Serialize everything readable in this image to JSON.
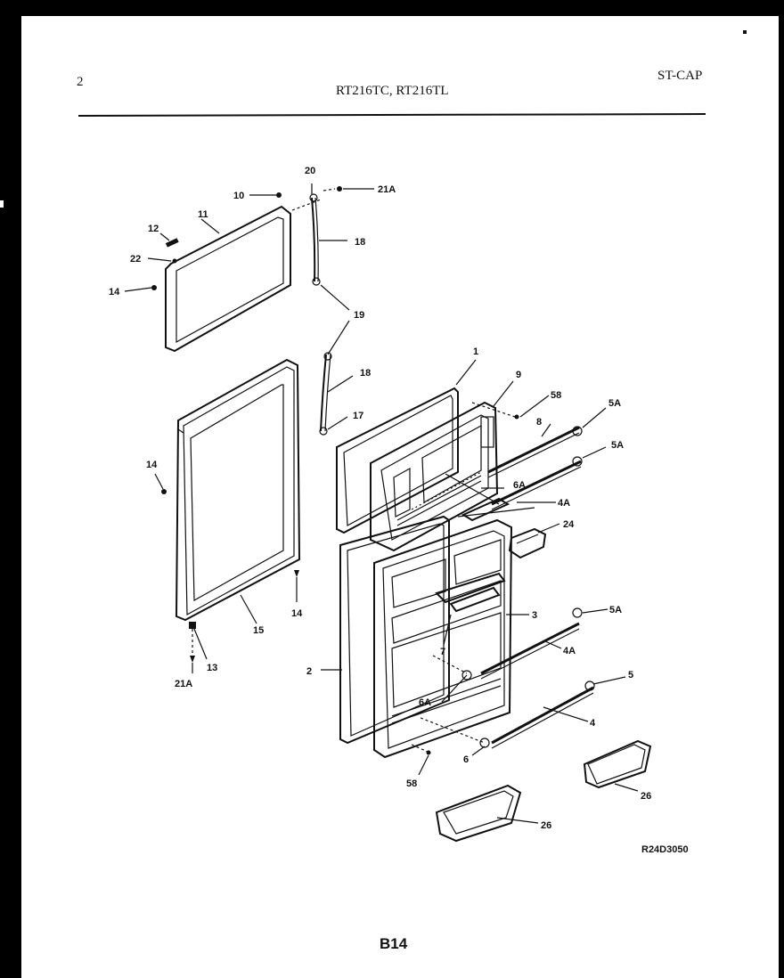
{
  "header": {
    "page_number": "2",
    "models": "RT216TC, RT216TL",
    "code": "ST-CAP"
  },
  "drawing_number": "R24D3050",
  "footer_code": "B14",
  "callouts": {
    "c10": "10",
    "c21a_top": "21A",
    "c20": "20",
    "c11": "11",
    "c12": "12",
    "c22": "22",
    "c14_a": "14",
    "c18_a": "18",
    "c19": "19",
    "c18_b": "18",
    "c17": "17",
    "c14_b": "14",
    "c14_c": "14",
    "c15": "15",
    "c13": "13",
    "c21a_bot": "21A",
    "c1": "1",
    "c9": "9",
    "c58_top": "58",
    "c8": "8",
    "c5a_1": "5A",
    "c5a_2": "5A",
    "c6a_1": "6A",
    "c4a_1": "4A",
    "c24": "24",
    "c2": "2",
    "c3": "3",
    "c7": "7",
    "c5a_3": "5A",
    "c4a_2": "4A",
    "c5": "5",
    "c6a_2": "6A",
    "c4": "4",
    "c6": "6",
    "c58_bot": "58",
    "c26_a": "26",
    "c26_b": "26"
  }
}
